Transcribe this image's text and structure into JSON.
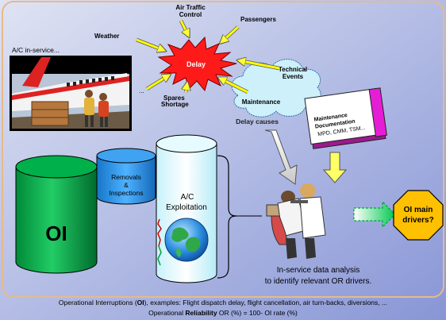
{
  "delay": {
    "center_label": "Delay",
    "causes": {
      "air_traffic_control": [
        "Air Traffic",
        "Control"
      ],
      "passengers": "Passengers",
      "weather": "Weather",
      "technical_events": [
        "Technical",
        "Events"
      ],
      "maintenance": "Maintenance",
      "spares_shortage": [
        "Spares",
        "Shortage"
      ],
      "ellipsis": "..."
    },
    "caption": "Delay causes"
  },
  "aircraft_photo": {
    "caption": "A/C in-service..."
  },
  "documentation": {
    "title_lines": [
      "Maintenance",
      "Documentation"
    ],
    "subtitle": "MPD, CMM, TSM..."
  },
  "cylinders": {
    "oi_label": "OI",
    "removals_label": [
      "Removals",
      "&",
      "Inspections"
    ],
    "exploitation_label": [
      "A/C",
      "Exploitation"
    ]
  },
  "analysis": {
    "caption_line1": "In-service data analysis",
    "caption_line2": "to identify relevant OR drivers."
  },
  "octagon": {
    "label_line1": "OI main",
    "label_line2": "drivers?"
  },
  "footer": {
    "line1_prefix": "Operational Interruptions (",
    "line1_bold": "OI",
    "line1_suffix": "), examples:  Flight dispatch delay, flight cancellation, air turn-backs, diversions, ...",
    "line2_prefix": "Operational ",
    "line2_bold": "Reliability",
    "line2_suffix": " OR (%) = 100-  OI rate (%)"
  },
  "colors": {
    "bg_top": "#cdd4ec",
    "bg_bottom": "#8d9ad8",
    "panel_border": "#e8b98a",
    "green": "#00b04a",
    "cyan": "#d6f8ff",
    "blue": "#1e8fe8",
    "red": "#ff1a1a",
    "yellow": "#ffff00",
    "octagon": "#ffc000",
    "arrow_yellow": "#ffff66",
    "doc_magenta": "#e51ed6"
  }
}
